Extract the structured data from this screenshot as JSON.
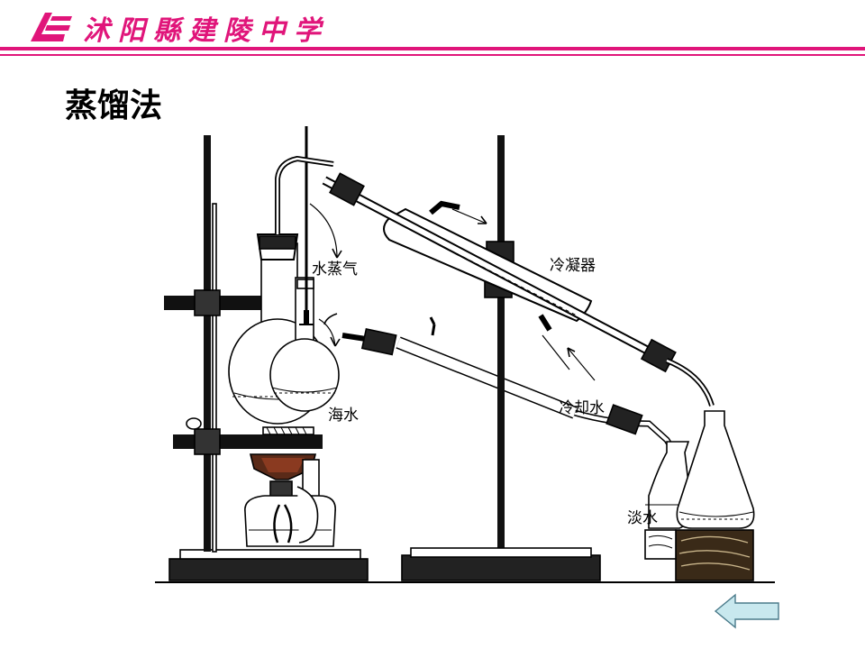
{
  "header": {
    "school_name": "沭阳縣建陵中学",
    "accent_color": "#e0157a",
    "logo_icon": "school-logo-icon"
  },
  "slide": {
    "title": "蒸馏法"
  },
  "diagram": {
    "labels": {
      "vapor": "水蒸气",
      "condenser": "冷凝器",
      "sea_water": "海水",
      "cooling_water": "冷却水",
      "fresh_water": "淡水"
    }
  },
  "navigation": {
    "back_icon": "left-arrow-icon",
    "back_color": "#c8e8ee"
  }
}
